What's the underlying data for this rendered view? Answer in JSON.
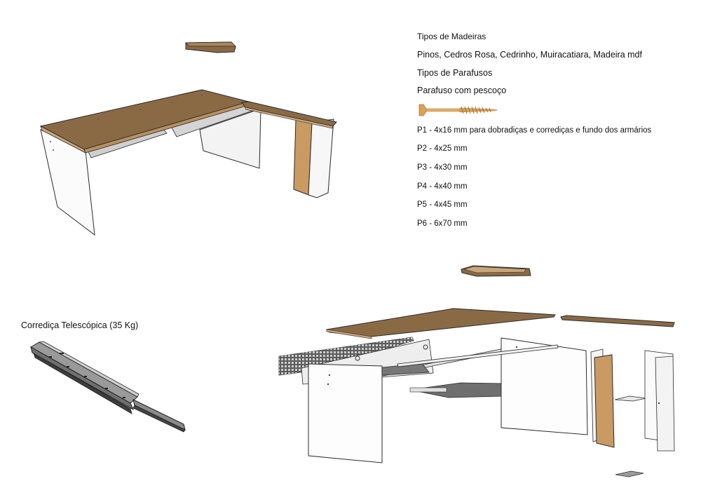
{
  "specs": {
    "wood_heading": "Tipos de Madeiras",
    "wood_list": "Pinos, Cedros Rosa, Cedrinho, Muiracatiara, Madeira mdf",
    "screw_heading": "Tipos de Parafusos",
    "screw_type": "Parafuso com pescoço",
    "screw_icon": "wood-screw-icon",
    "screws": [
      {
        "code": "P1",
        "label": "P1 - 4x16 mm para dobradiças e corrediças e fundo dos armários"
      },
      {
        "code": "P2",
        "label": "P2 - 4x25 mm"
      },
      {
        "code": "P3",
        "label": "P3 - 4x30 mm"
      },
      {
        "code": "P4",
        "label": "P4 - 4x40 mm"
      },
      {
        "code": "P5",
        "label": "P5 - 4x45 mm"
      },
      {
        "code": "P6",
        "label": "P6 - 6x70 mm"
      }
    ]
  },
  "slide": {
    "caption": "Corrediça Telescópica (35 Kg)"
  },
  "illustrations": {
    "assembled_desk": "l-shaped-desk-assembled",
    "exploded_desk": "l-shaped-desk-exploded-view",
    "slide_rail": "telescopic-drawer-slide"
  },
  "colors": {
    "wood_top": "#8a6a45",
    "wood_edge": "#c9a57a",
    "wood_light": "#c99a62",
    "panel_white": "#fdfdfd",
    "panel_shade": "#e6e6e6",
    "tray_gray": "#9c9c9c",
    "outline": "#2a2a2a",
    "screw_gold": "#d9a15a"
  }
}
